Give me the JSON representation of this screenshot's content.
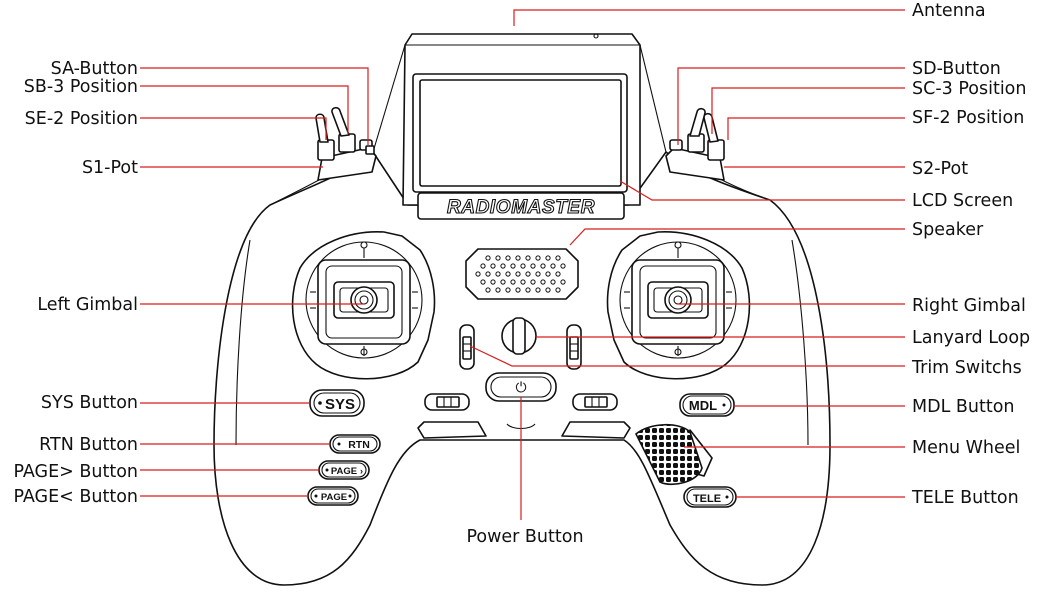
{
  "diagram": {
    "labels": {
      "antenna": "Antenna",
      "sa_button": "SA-Button",
      "sb_3_position": "SB-3 Position",
      "se_2_position": "SE-2 Position",
      "s1_pot": "S1-Pot",
      "sd_button": "SD-Button",
      "sc_3_position": "SC-3 Position",
      "sf_2_position": "SF-2 Position",
      "s2_pot": "S2-Pot",
      "lcd_screen": "LCD Screen",
      "speaker": "Speaker",
      "left_gimbal": "Left Gimbal",
      "right_gimbal": "Right Gimbal",
      "lanyard_loop": "Lanyard Loop",
      "trim_switches": "Trim Switchs",
      "sys_button": "SYS Button",
      "mdl_button": "MDL Button",
      "rtn_button": "RTN Button",
      "menu_wheel": "Menu Wheel",
      "page_next_button": "PAGE> Button",
      "page_prev_button": "PAGE< Button",
      "tele_button": "TELE Button",
      "power_button": "Power Button"
    },
    "device_text": {
      "logo": "RADIOMASTER",
      "sys": "SYS",
      "rtn": "RTN",
      "page_next": "PAGE",
      "page_prev": "PAGE",
      "mdl": "MDL",
      "tele": "TELE",
      "power_symbol": "⏻"
    },
    "colors": {
      "leader_line": "#d81e1e",
      "outline": "#111111",
      "background": "#ffffff"
    }
  }
}
